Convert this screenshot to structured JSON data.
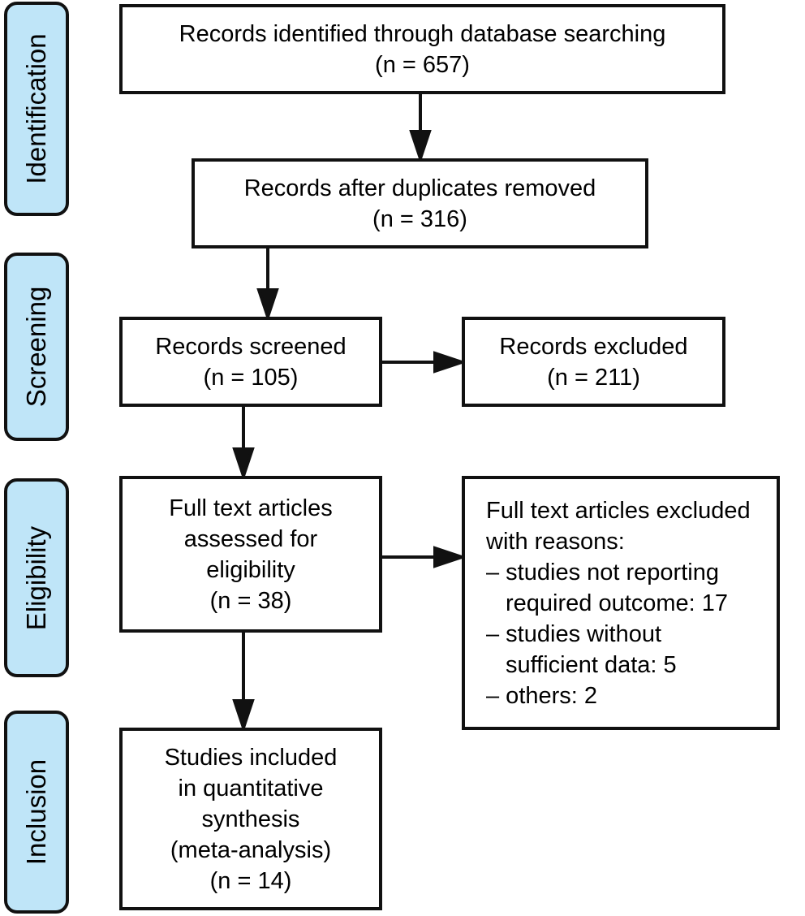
{
  "stages": [
    "Identification",
    "Screening",
    "Eligibility",
    "Inclusion"
  ],
  "boxes": {
    "identified": {
      "lines": [
        "Records identified through database searching",
        "(n = 657)"
      ]
    },
    "deduplicated": {
      "lines": [
        "Records after duplicates removed",
        "(n = 316)"
      ]
    },
    "screened": {
      "lines": [
        "Records screened",
        "(n = 105)"
      ]
    },
    "excluded": {
      "lines": [
        "Records excluded",
        "(n = 211)"
      ]
    },
    "fulltext": {
      "lines": [
        "Full text articles",
        "assessed for",
        "eligibility",
        "(n = 38)"
      ]
    },
    "fulltext_excluded": {
      "lines": [
        "Full text articles excluded",
        "with reasons:",
        "– studies not reporting",
        "required outcome: 17",
        "– studies without",
        "sufficient data: 5",
        "– others: 2"
      ]
    },
    "included": {
      "lines": [
        "Studies included",
        "in quantitative",
        "synthesis",
        "(meta-analysis)",
        "(n = 14)"
      ]
    }
  },
  "colors": {
    "stage_fill": "#bfe5f8",
    "stroke": "#111111"
  }
}
